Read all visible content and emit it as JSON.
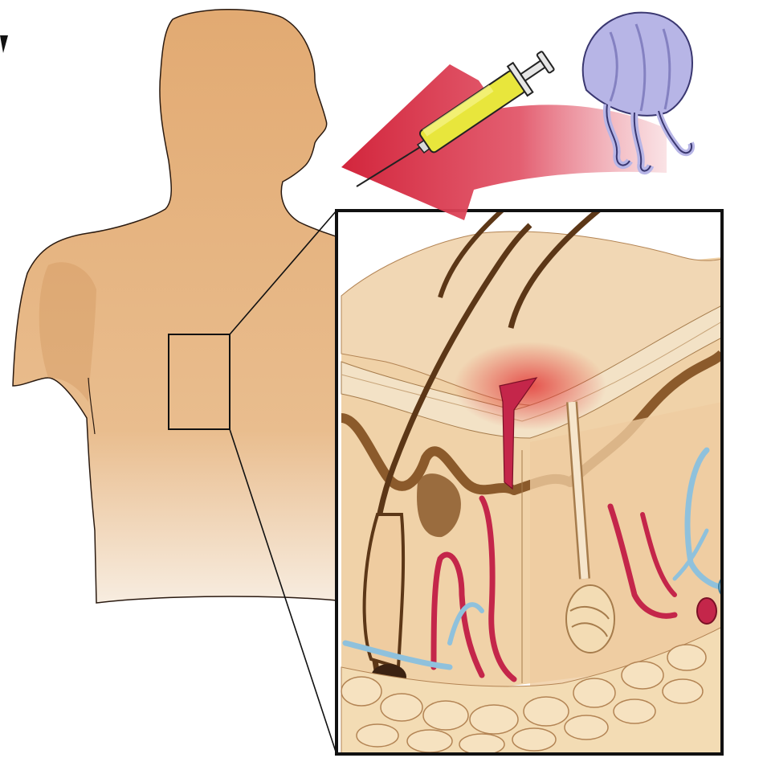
{
  "figure": {
    "elements": [
      "human-torso",
      "jellyfish",
      "syringe",
      "red-arrow",
      "zoom-box",
      "skin-cross-section"
    ],
    "colors": {
      "skin": "#e2aa72",
      "skin_shadow": "#cf935a",
      "tissue": "#f0d2a8",
      "epidermis": "#f3e2c6",
      "hair": "#5c3717",
      "melanin_layer": "#8b5a2b",
      "artery": "#c4264a",
      "vein": "#8fc1dc",
      "fat": "#f3dcb4",
      "arrow": "#d01a32",
      "venom": "#e33a3a",
      "jellyfish": "#b7b5e6",
      "syringe_fluid": "#e8e63c",
      "outline": "#111111"
    }
  }
}
